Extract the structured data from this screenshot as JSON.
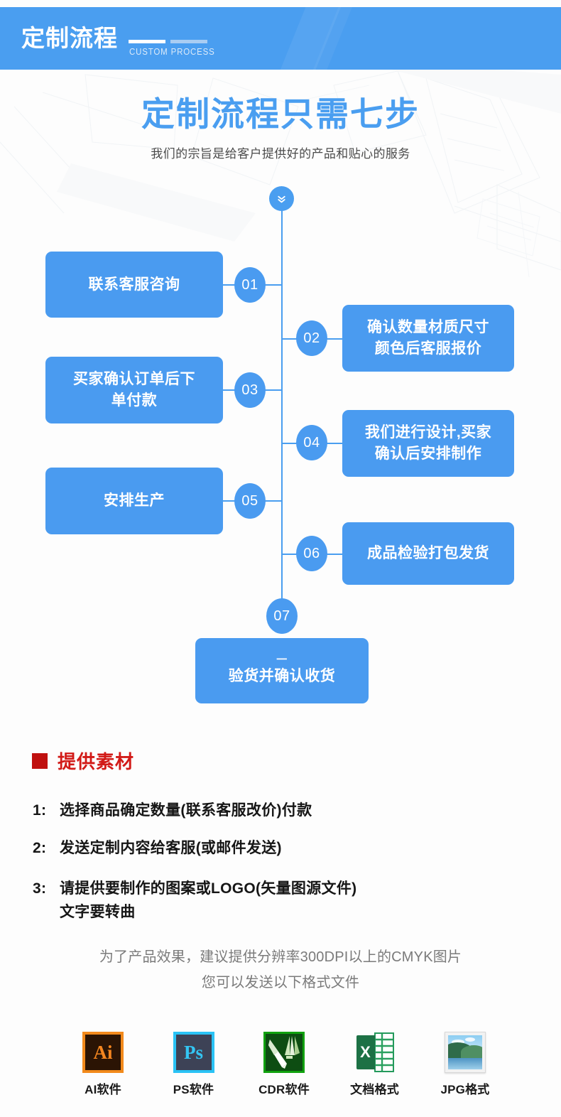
{
  "banner": {
    "title": "定制流程",
    "subtitle": "CUSTOM PROCESS"
  },
  "hero": {
    "headline": "定制流程只需七步",
    "subhead": "我们的宗旨是给客户提供好的产品和贴心的服务"
  },
  "flow": {
    "top_icon": "double-chevron-down-icon",
    "steps": [
      {
        "num": "01",
        "text": "联系客服咨询",
        "side": "left"
      },
      {
        "num": "02",
        "text_line1": "确认数量材质尺寸",
        "text_line2": "颜色后客服报价",
        "side": "right"
      },
      {
        "num": "03",
        "text_line1": "买家确认订单后下",
        "text_line2": "单付款",
        "side": "left"
      },
      {
        "num": "04",
        "text_line1": "我们进行设计,买家",
        "text_line2": "确认后安排制作",
        "side": "right"
      },
      {
        "num": "05",
        "text": "安排生产",
        "side": "left"
      },
      {
        "num": "06",
        "text": "成品检验打包发货",
        "side": "right"
      },
      {
        "num": "07",
        "text_line1": "一",
        "text_line2": "验货并确认收货",
        "side": "center"
      }
    ]
  },
  "materials": {
    "heading": "提供素材",
    "bullet_color": "#c0100f",
    "items": [
      {
        "index": "1:",
        "line1": "选择商品确定数量(联系客服改价)付款",
        "line2": ""
      },
      {
        "index": "2:",
        "line1": "发送定制内容给客服(或邮件发送)",
        "line2": ""
      },
      {
        "index": "3:",
        "line1": "请提供要制作的图案或LOGO(矢量图源文件)",
        "line2": "文字要转曲"
      }
    ],
    "note_line1": "为了产品效果，建议提供分辨率300DPI以上的CMYK图片",
    "note_line2": "您可以发送以下格式文件"
  },
  "software": [
    {
      "icon": "illustrator-icon",
      "glyph": "Ai",
      "label": "AI软件"
    },
    {
      "icon": "photoshop-icon",
      "glyph": "Ps",
      "label": "PS软件"
    },
    {
      "icon": "coreldraw-icon",
      "glyph": "",
      "label": "CDR软件"
    },
    {
      "icon": "excel-icon",
      "glyph": "X",
      "label": "文档格式"
    },
    {
      "icon": "jpg-photo-icon",
      "glyph": "",
      "label": "JPG格式"
    }
  ],
  "colors": {
    "brand_blue": "#4a9ef0",
    "box_blue": "#4a9bf0",
    "accent_red": "#d21a17",
    "page_bg": "#fdfdfd"
  }
}
